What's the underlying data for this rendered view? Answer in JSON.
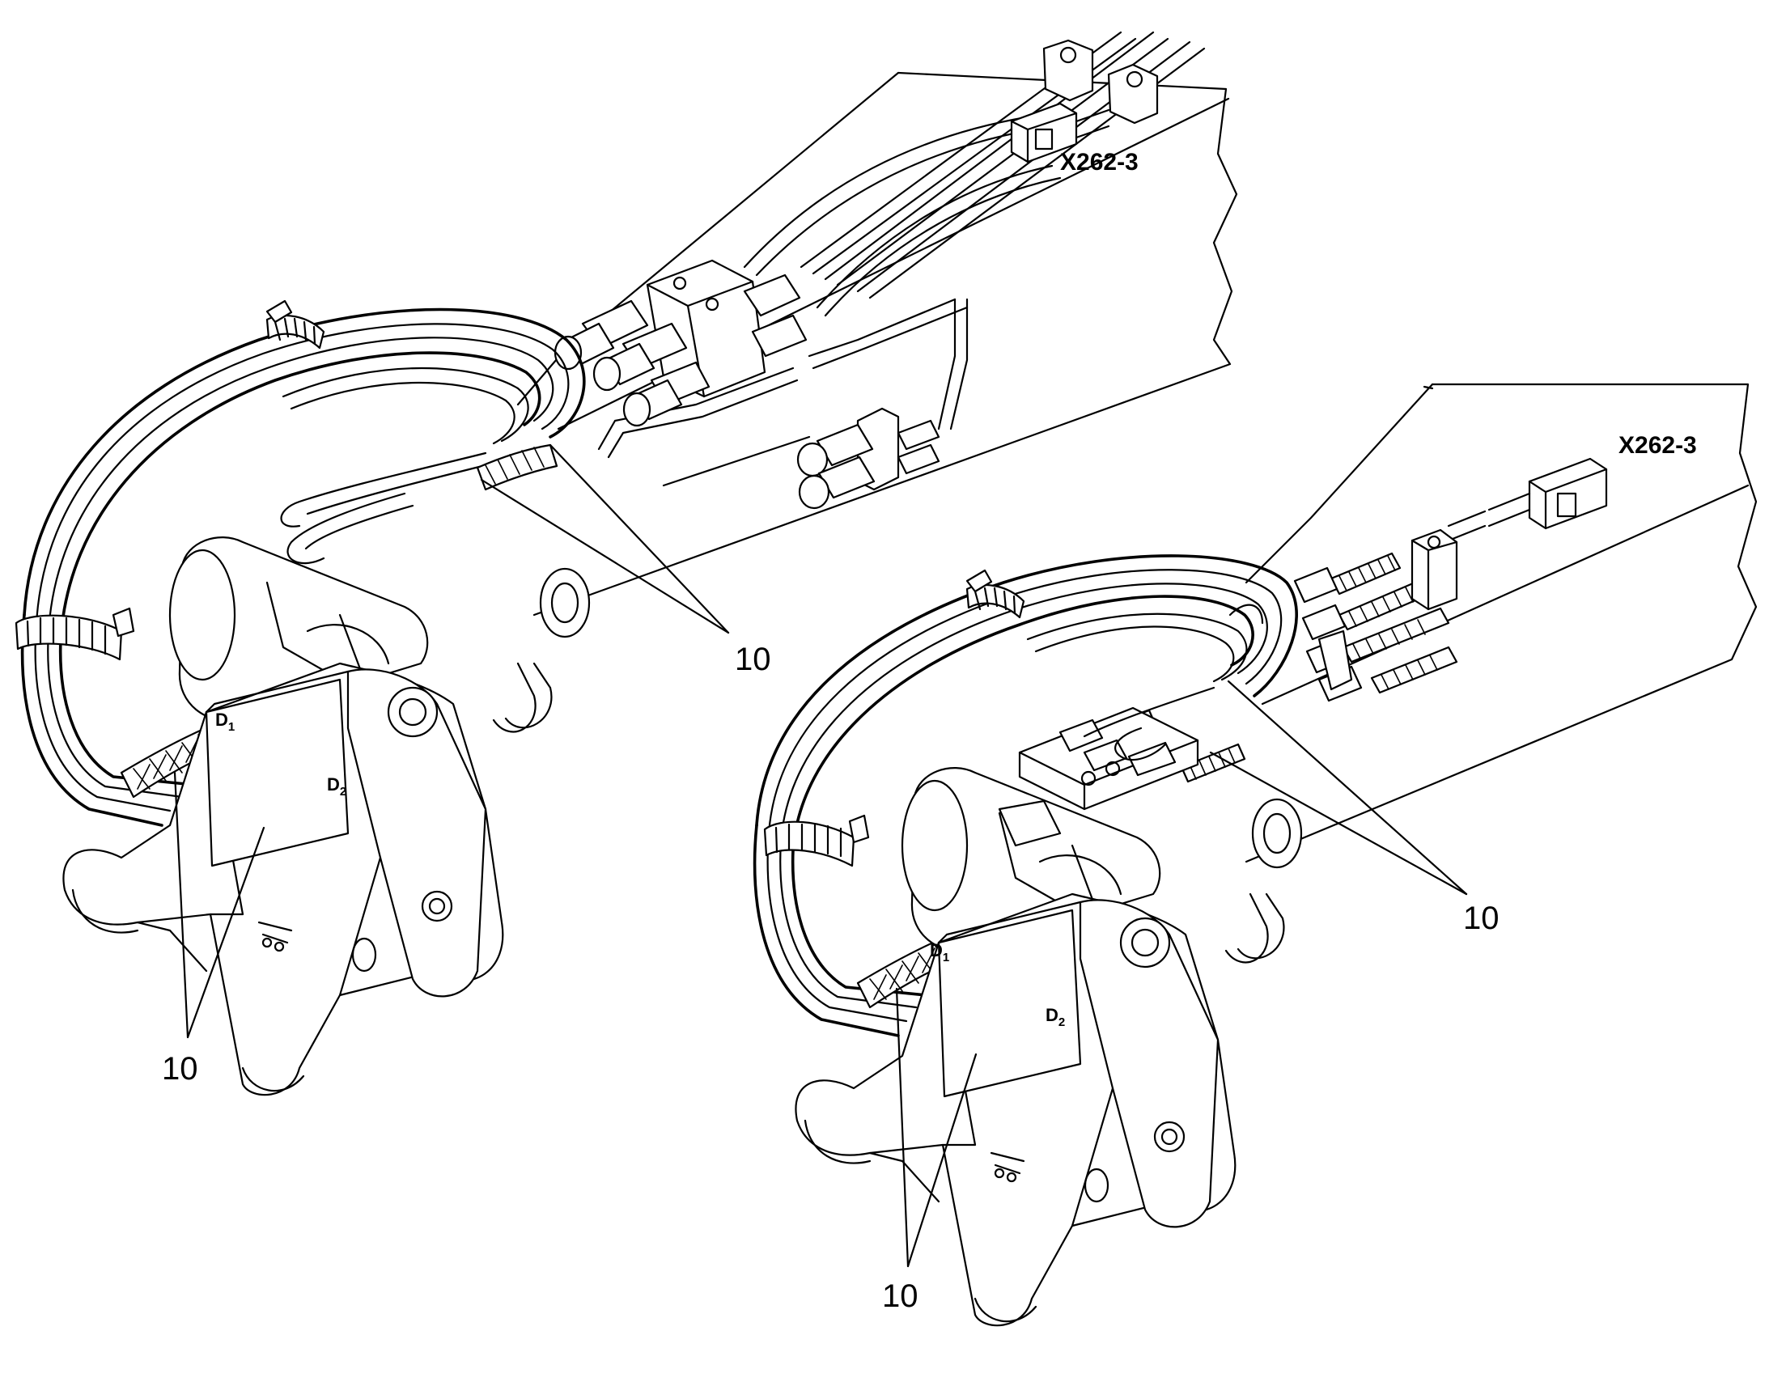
{
  "labels": {
    "connector_top": "X262-3",
    "connector_bottom": "X262-3",
    "callout_left_upper": "10",
    "callout_left_lower": "10",
    "callout_right_upper": "10",
    "callout_right_lower": "10"
  },
  "ports": {
    "left": {
      "d1_letter": "D",
      "d1_index": "1",
      "d2_letter": "D",
      "d2_index": "2"
    },
    "right": {
      "d1_letter": "D",
      "d1_index": "1",
      "d2_letter": "D",
      "d2_index": "2"
    }
  }
}
